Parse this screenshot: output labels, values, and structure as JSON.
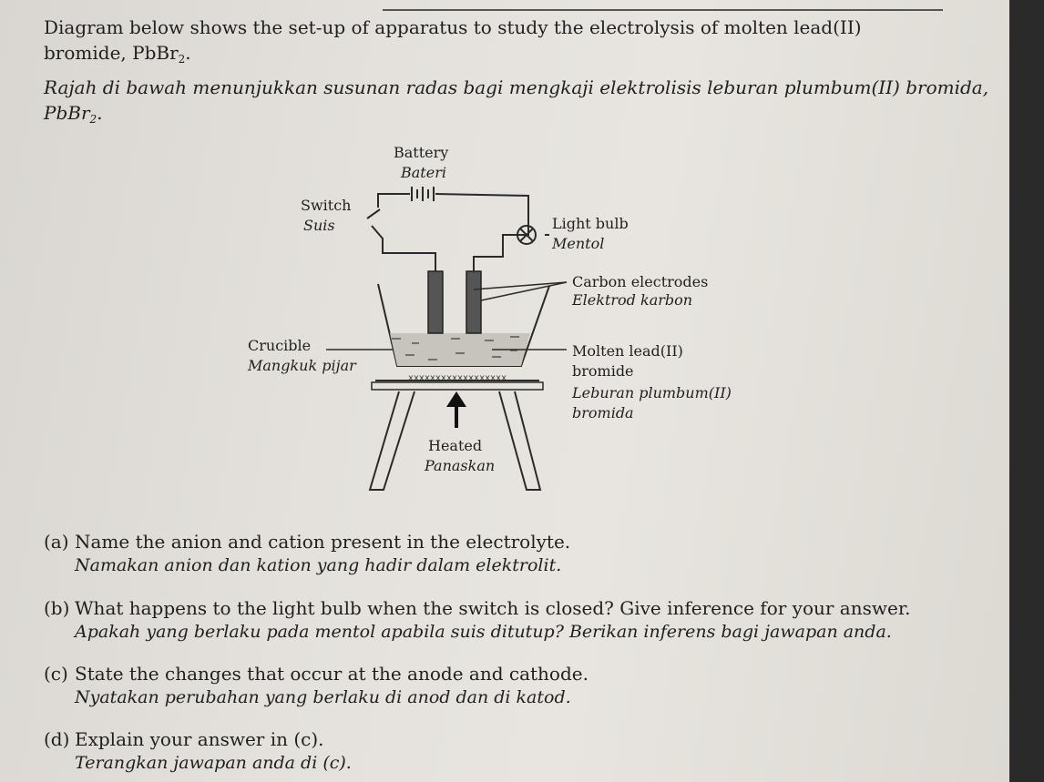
{
  "intro": {
    "en_line1": "Diagram below shows the set-up of apparatus to study the electrolysis of molten lead(II)",
    "en_line2_prefix": "bromide, PbBr",
    "en_line2_sub": "2",
    "en_line2_suffix": ".",
    "ms_line1": "Rajah di bawah menunjukkan susunan radas bagi mengkaji elektrolisis leburan plumbum(II) bromida,",
    "ms_line2_prefix": "PbBr",
    "ms_line2_sub": "2",
    "ms_line2_suffix": "."
  },
  "diagram": {
    "battery_en": "Battery",
    "battery_ms": "Bateri",
    "switch_en": "Switch",
    "switch_ms": "Suis",
    "bulb_en": "Light bulb",
    "bulb_ms": "Mentol",
    "electrodes_en": "Carbon electrodes",
    "electrodes_ms": "Elektrod karbon",
    "crucible_en": "Crucible",
    "crucible_ms": "Mangkuk pijar",
    "molten_en_1": "Molten lead(II)",
    "molten_en_2": "bromide",
    "molten_ms_1": "Leburan plumbum(II)",
    "molten_ms_2": "bromida",
    "heated_en": "Heated",
    "heated_ms": "Panaskan",
    "gauze_marks": "xxxxxxxxxxxxxxxxxx"
  },
  "questions": [
    {
      "label": "(a)",
      "en": "Name the anion and cation present in the electrolyte.",
      "ms": "Namakan anion dan kation yang hadir dalam elektrolit."
    },
    {
      "label": "(b)",
      "en": "What happens to the light bulb when the switch is closed? Give inference for your answer.",
      "ms": "Apakah yang berlaku pada mentol apabila suis ditutup? Berikan inferens bagi jawapan anda."
    },
    {
      "label": "(c)",
      "en": "State the changes that occur at the anode and cathode.",
      "ms": "Nyatakan perubahan yang berlaku di anod dan di katod."
    },
    {
      "label": "(d)",
      "en": "Explain your answer in (c).",
      "ms": "Terangkan jawapan anda di (c)."
    }
  ]
}
